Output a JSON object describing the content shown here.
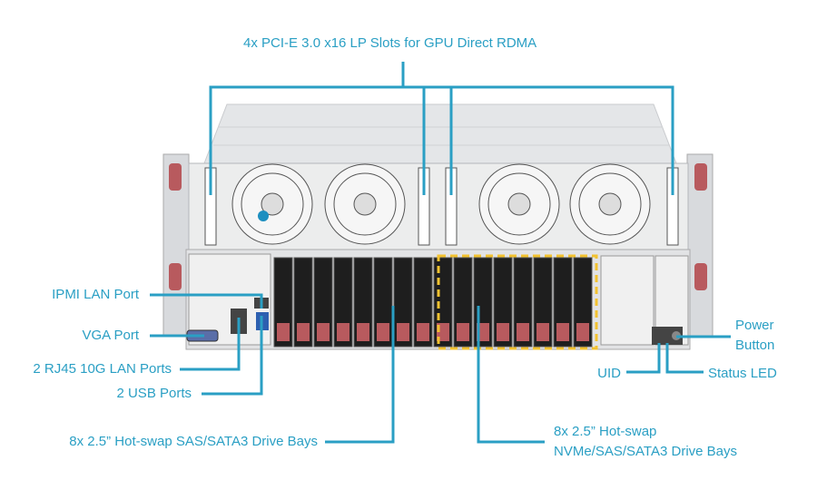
{
  "labels": {
    "pcie": "4x PCI-E 3.0 x16 LP Slots for GPU Direct RDMA",
    "ipmi": "IPMI LAN Port",
    "vga": "VGA Port",
    "rj45": "2 RJ45 10G LAN Ports",
    "usb": "2 USB Ports",
    "sas_bays": "8x 2.5” Hot-swap SAS/SATA3 Drive Bays",
    "nvme_bays_line1": "8x 2.5” Hot-swap",
    "nvme_bays_line2": "NVMe/SAS/SATA3 Drive Bays",
    "power_line1": "Power",
    "power_line2": "Button",
    "uid": "UID",
    "status_led": "Status LED"
  },
  "colors": {
    "callout": "#2a9fc4",
    "nvme_highlight": "#f2c230",
    "drive_tab": "#b85a5e"
  }
}
